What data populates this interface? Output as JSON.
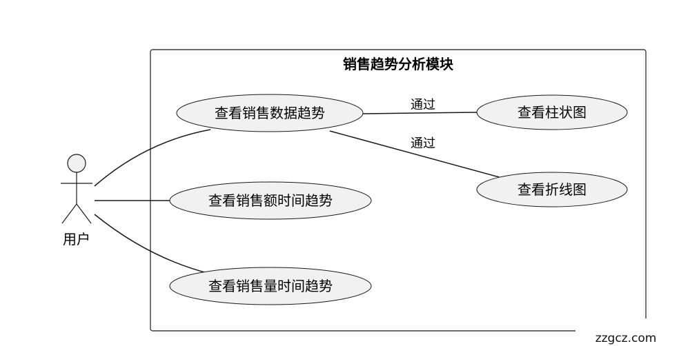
{
  "diagram": {
    "type": "uml-use-case",
    "boundary": {
      "title": "销售趋势分析模块"
    },
    "actor": {
      "label": "用户"
    },
    "use_cases": {
      "view_sales_data_trend": "查看销售数据趋势",
      "view_bar_chart": "查看柱状图",
      "view_line_chart": "查看折线图",
      "view_sales_amount_time_trend": "查看销售额时间趋势",
      "view_sales_volume_time_trend": "查看销售量时间趋势"
    },
    "relations": [
      {
        "from": "view_sales_data_trend",
        "to": "view_bar_chart",
        "label": "通过"
      },
      {
        "from": "view_sales_data_trend",
        "to": "view_line_chart",
        "label": "通过"
      }
    ],
    "colors": {
      "usecase_fill": "#f1f1f1",
      "line": "#181818",
      "background": "#ffffff"
    }
  },
  "watermark": "zzgcz.com"
}
